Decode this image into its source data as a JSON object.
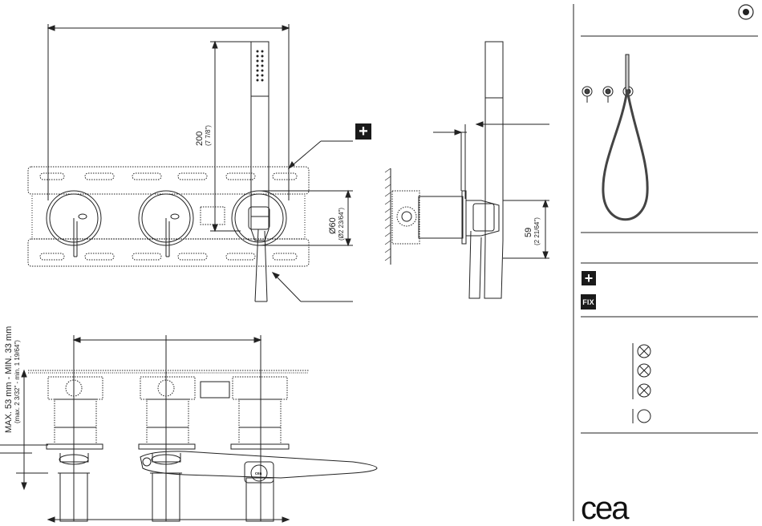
{
  "dimensions": {
    "handshower_length_mm": "200",
    "handshower_length_in": "(7 7/8\")",
    "plate_diameter_mm": "Ø60",
    "plate_diameter_in": "(Ø2 23/64\")",
    "projection_mm": "59",
    "projection_in": "(2 21/64\")",
    "depth_range_mm": "MAX. 53 mm - MIN. 33 mm",
    "depth_range_in": "(max. 2 3/32\" - min. 1 19/64\")"
  },
  "badges": {
    "plus": "+",
    "fix": "FIX"
  },
  "logo": "cea",
  "icons": [
    "target-icon",
    "crossed-circle-icon",
    "empty-circle-icon",
    "plus-icon",
    "fix-icon"
  ]
}
